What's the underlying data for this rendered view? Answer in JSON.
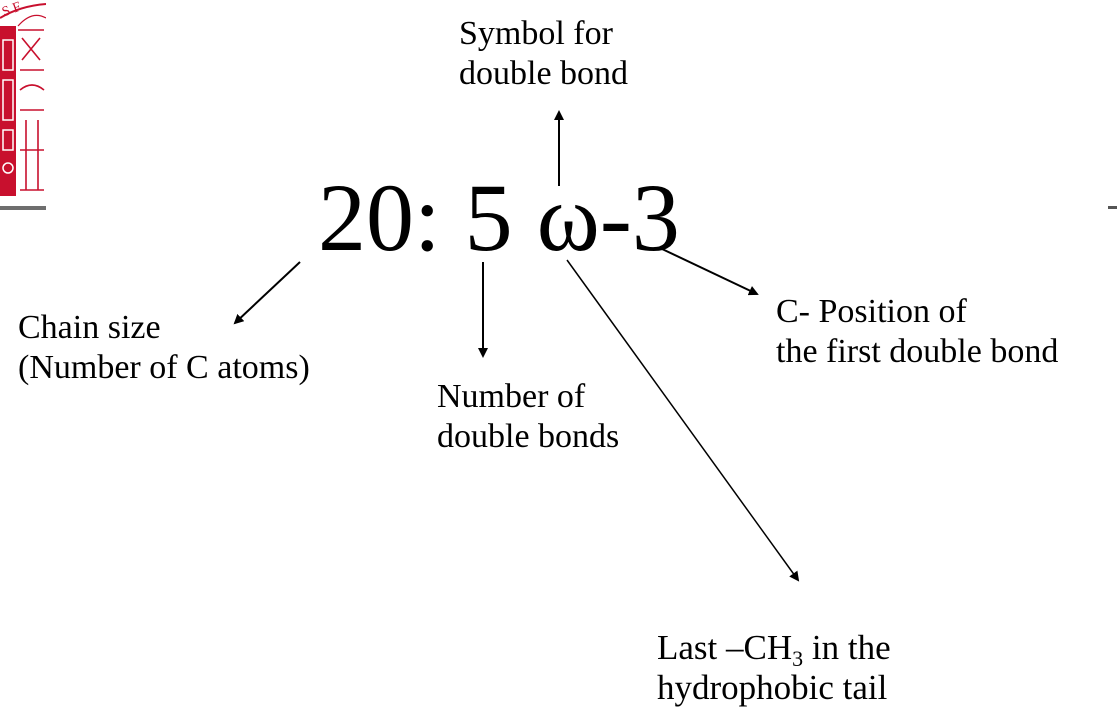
{
  "formula": "20: 5 ω-3",
  "labels": {
    "symbol": {
      "line1": "Symbol for",
      "line2": "double bond"
    },
    "chain": {
      "line1": "Chain size",
      "line2": "(Number of C atoms)"
    },
    "number": {
      "line1": "Number of",
      "line2": "double bonds"
    },
    "position": {
      "line1": "C- Position of",
      "line2": "the first double bond"
    },
    "last": {
      "line1_pre": "Last –CH",
      "line1_sub": "3",
      "line1_post": " in the",
      "line2": "hydrophobic tail"
    }
  },
  "colors": {
    "logo_red": "#c8102e",
    "text": "#000000"
  }
}
